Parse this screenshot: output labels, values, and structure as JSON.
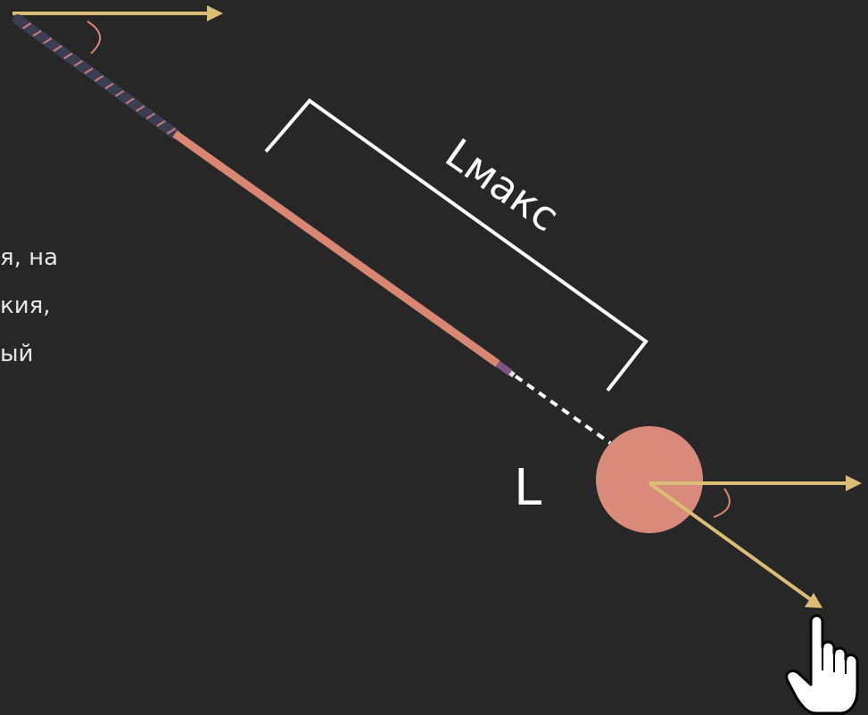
{
  "labels": {
    "l_max": "Lмакс",
    "l": "L"
  },
  "partial_text": {
    "line1": "я, на",
    "line2": "кия,",
    "line3": "ый"
  },
  "colors": {
    "background": "#272727",
    "arrow": "#dbbd76",
    "cue_shaft": "#d98673",
    "cue_butt": "#3c3d52",
    "cue_wrap": "#c87c7c",
    "ferrule": "#7a5780",
    "ball": "#d98a7b",
    "bracket": "#ffffff",
    "aim_line": "#ffffff",
    "angle_arc": "#d98673",
    "text": "#e6e6e6"
  },
  "icons": {
    "cursor": "hand-pointer-icon"
  }
}
